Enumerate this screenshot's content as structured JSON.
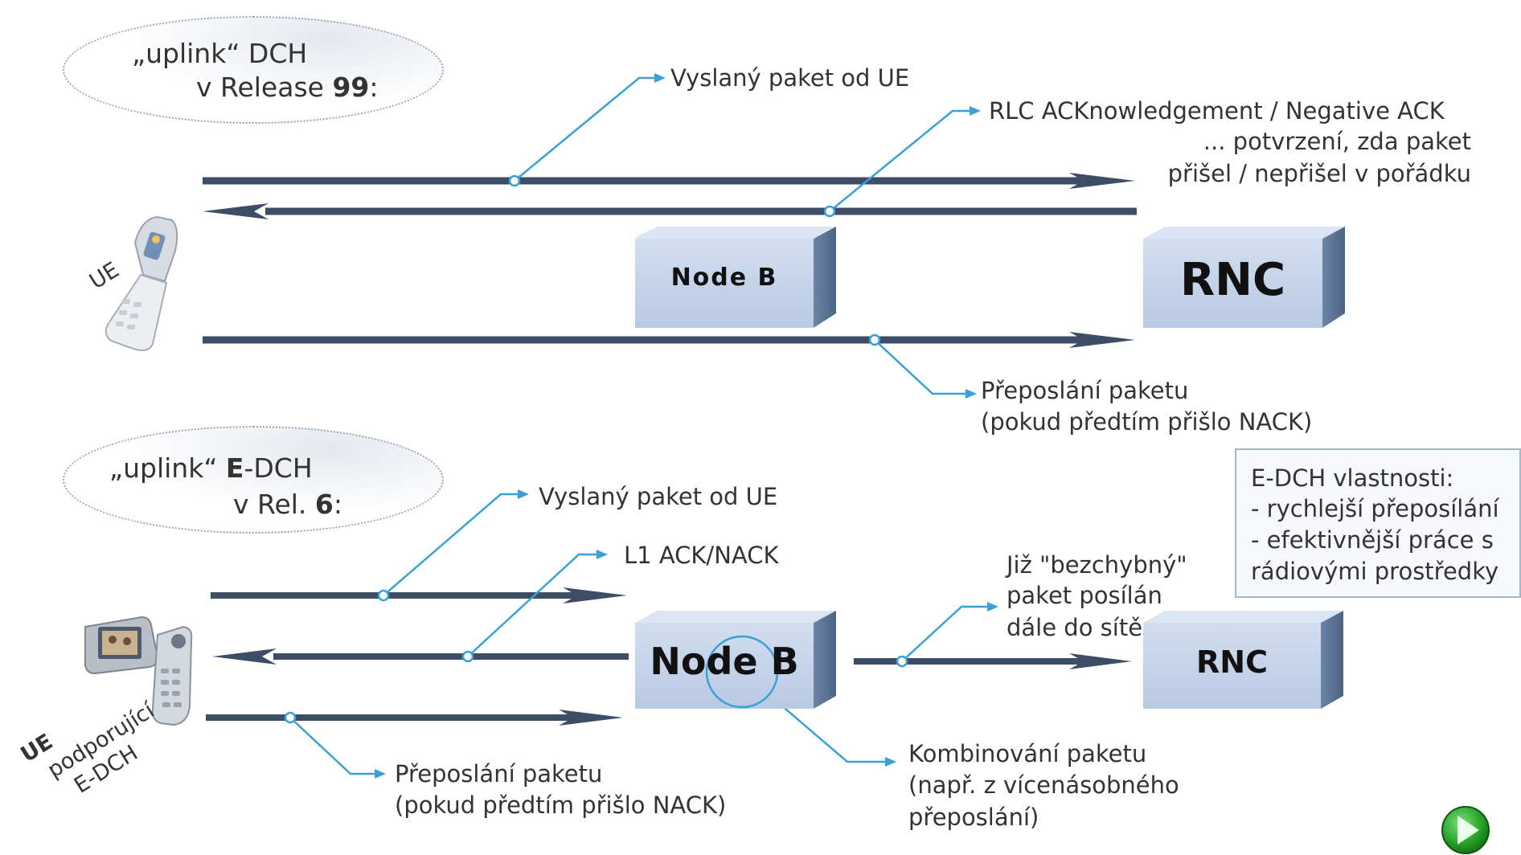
{
  "release99": {
    "title_line1": "„uplink“ DCH",
    "title_line2_prefix": "v Release ",
    "title_line2_bold": "99",
    "title_line2_suffix": ":",
    "ue_label": "UE",
    "node_b": "Node B",
    "rnc": "RNC",
    "sent_packet": "Vyslaný paket od UE",
    "rlc_line1": "RLC ACKnowledgement / Negative ACK",
    "rlc_line2": "... potvrzení, zda paket",
    "rlc_line3": "přišel / nepřišel v pořádku",
    "resend_line1": "Přeposlání paketu",
    "resend_line2": "(pokud předtím přišlo NACK)"
  },
  "rel6": {
    "title_line1_prefix": "„uplink“ ",
    "title_line1_bold": "E",
    "title_line1_suffix": "-DCH",
    "title_line2_prefix": "v Rel. ",
    "title_line2_bold": "6",
    "title_line2_suffix": ":",
    "ue_label_bold": "UE",
    "ue_label_line2": "podporující",
    "ue_label_line3": "E-DCH",
    "node_b": "Node B",
    "rnc": "RNC",
    "sent_packet": "Vyslaný paket od UE",
    "l1_ack": "L1 ACK/NACK",
    "errorless_line1": "Již \"bezchybný\"",
    "errorless_line2": "paket posílán",
    "errorless_line3": "dále do sítě",
    "resend_line1": "Přeposlání paketu",
    "resend_line2": "(pokud předtím přišlo NACK)",
    "combine_line1": "Kombinování paketu",
    "combine_line2": "(např. z vícenásobného",
    "combine_line3": "přeposlání)"
  },
  "properties": {
    "title": "E-DCH vlastnosti:",
    "item1": "- rychlejší přeposílání",
    "item2": "- efektivnější práce s",
    "item3": "rádiovými prostředky"
  },
  "colors": {
    "arrow": "#3d4d66",
    "callout": "#3aa0d8",
    "box_front": "#c8d6ec",
    "box_top": "#dce6f4",
    "box_side": "#5d7594"
  },
  "icons": {
    "next": "play-next-icon"
  }
}
